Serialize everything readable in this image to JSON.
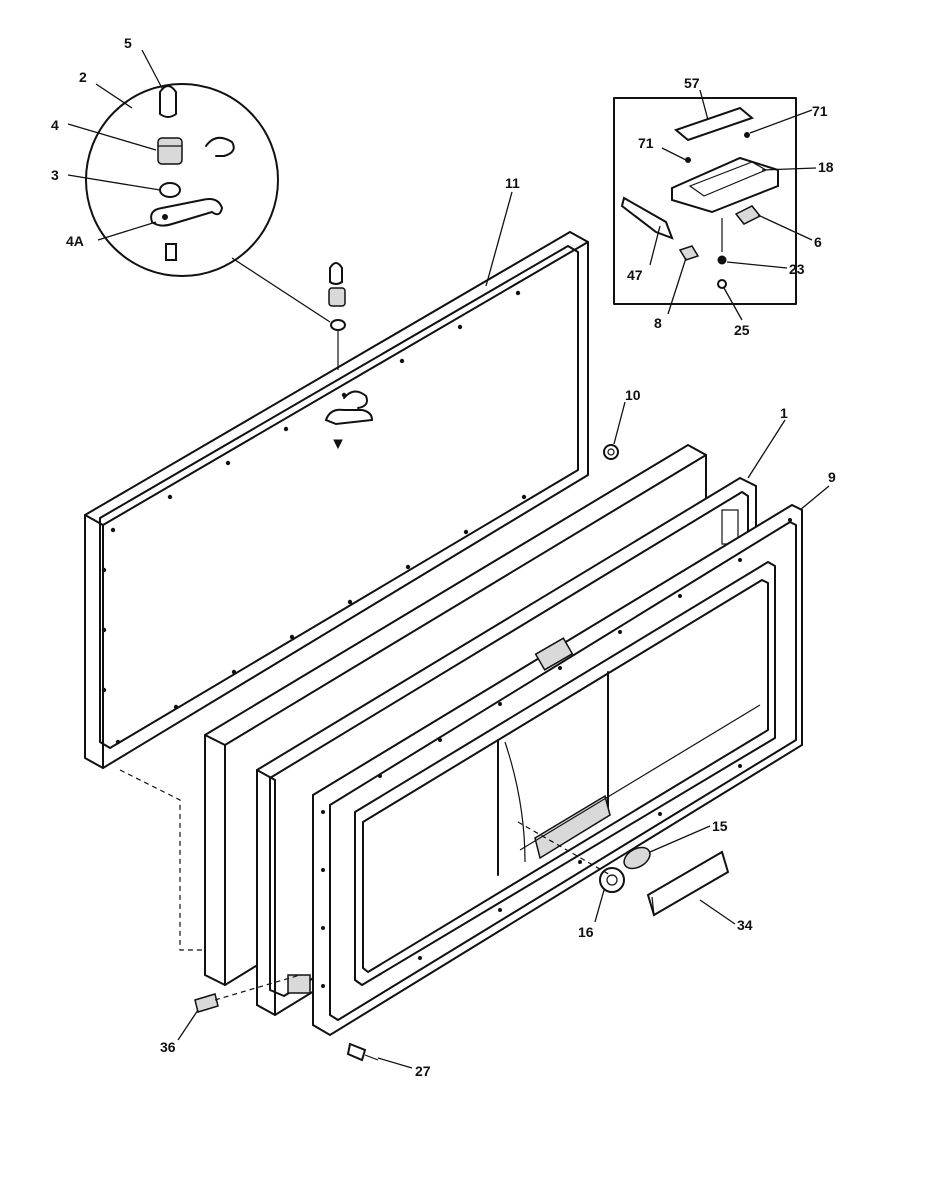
{
  "callouts": {
    "c5_top": "5",
    "c2": "2",
    "c4": "4",
    "c3": "3",
    "c4A": "4A",
    "c11": "11",
    "c10": "10",
    "c1": "1",
    "c9": "9",
    "c57": "57",
    "c71_right": "71",
    "c71_left": "71",
    "c18": "18",
    "c6": "6",
    "c47": "47",
    "c23": "23",
    "c8": "8",
    "c25": "25",
    "c15": "15",
    "c16": "16",
    "c34": "34",
    "c36": "36",
    "c27": "27"
  }
}
